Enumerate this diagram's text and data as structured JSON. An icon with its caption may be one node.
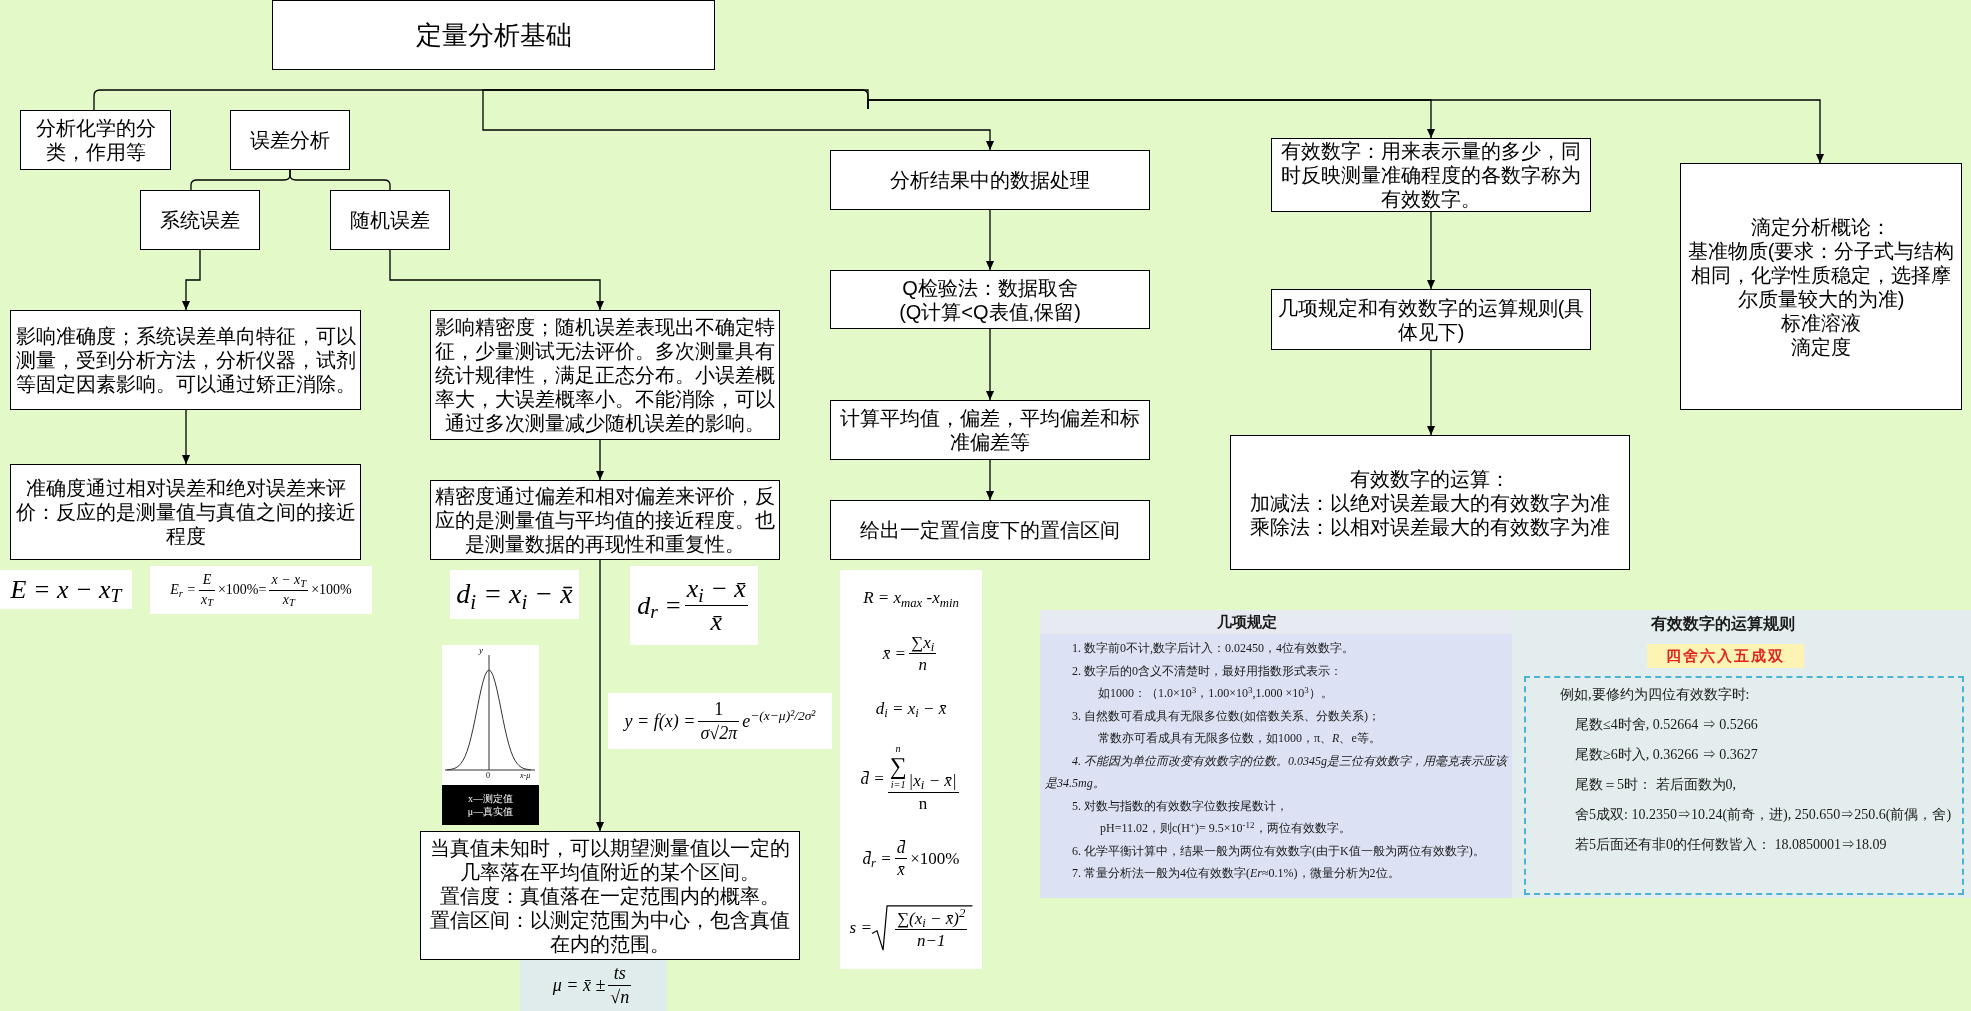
{
  "diagram": {
    "nodes": [
      {
        "text": [
          "定量分析基础"
        ]
      },
      {
        "text": [
          "分析化学的分类，作用等"
        ]
      },
      {
        "text": [
          "误差分析"
        ]
      },
      {
        "text": [
          "系统误差"
        ]
      },
      {
        "text": [
          "随机误差"
        ]
      },
      {
        "text": [
          "影响准确度；系统误差单向特征，可以测量，受到分析方法，分析仪器，试剂等固定因素影响。可以通过矫正消除。"
        ]
      },
      {
        "text": [
          "影响精密度；随机误差表现出不确定特征，少量测试无法评价。多次测量具有统计规律性，满足正态分布。小误差概率大，大误差概率小。不能消除，可以通过多次测量减少随机误差的影响。"
        ]
      },
      {
        "text": [
          "准确度通过相对误差和绝对误差来评价：反应的是测量值与真值之间的接近程度"
        ]
      },
      {
        "text": [
          "精密度通过偏差和相对偏差来评价，反应的是测量值与平均值的接近程度。也是测量数据的再现性和重复性。"
        ]
      },
      {
        "text": [
          "E = x − x$_{T}$"
        ]
      },
      {
        "text": [
          "E$_{r}$ =",
          "E",
          "x$_{T}$",
          "×100%=",
          "x − x$_{T}$",
          "x$_{T}$",
          "×100%"
        ]
      },
      {
        "text": [
          "d$_{i}$ = x$_{i}$ − x̄"
        ]
      },
      {
        "text": [
          "d$_{r}$ =",
          "x$_{i}$ − x̄",
          "x̄"
        ]
      },
      {
        "text": [
          "y = f(x) =",
          "1",
          "σ√2π",
          "e$^{−(x−μ)²/2σ²}$"
        ]
      },
      {
        "text": [
          "当真值未知时，可以期望测量值以一定的几率落在平均值附近的某个区间。",
          "置信度：真值落在一定范围内的概率。",
          "置信区间：以测定范围为中心，包含真值在内的范围。"
        ]
      },
      {
        "text": [
          "μ = x̄ ±",
          "ts",
          "√n"
        ]
      },
      {
        "text": [
          "分析结果中的数据处理"
        ]
      },
      {
        "text": [
          "Q检验法：数据取舍",
          "(Q计算<Q表值,保留)"
        ]
      },
      {
        "text": [
          "计算平均值，偏差，平均偏差和标准偏差等"
        ]
      },
      {
        "text": [
          "给出一定置信度下的置信区间"
        ]
      },
      {
        "text": [
          "R = x$_{max}$ -x$_{min}$",
          "x̄ =",
          "∑x$_{i}$",
          "n",
          "d$_{i}$ = x$_{i}$ − x̄",
          "d̄ =",
          "n",
          "∑",
          "i=1",
          "|x$_{i}$ − x̄|",
          "n",
          "d̄$_{r}$ =",
          "d̄",
          "x̄",
          "×100%",
          "s =",
          "∑(x$_{i}$ − x̄)$^{2}$",
          "n−1"
        ]
      },
      {
        "text": [
          "有效数字：用来表示量的多少，同时反映测量准确程度的各数字称为有效数字。"
        ]
      },
      {
        "text": [
          "几项规定和有效数字的运算规则(具体见下)"
        ]
      },
      {
        "text": [
          "有效数字的运算：",
          "加减法：以绝对误差最大的有效数字为准",
          "乘除法：以相对误差最大的有效数字为准"
        ]
      },
      {
        "text": [
          "滴定分析概论：",
          "基准物质(要求：分子式与结构相同，化学性质稳定，选择摩尔质量较大的为准)",
          "标准溶液",
          "滴定度"
        ]
      },
      {
        "text": [
          "几项规定",
          "1. 数字前0不计,数字后计入：0.02450，4位有效数字。",
          "2. 数字后的0含义不清楚时，最好用指数形式表示：",
          "如1000：（1.0×10$^{3}$，1.00×10$^{3}$,1.000 ×10$^{3}$）。",
          "3. 自然数可看成具有无限多位数(如倍数关系、分数关系)；",
          "常数亦可看成具有无限多位数，如1000，π、*R*、e等。",
          "4. 不能因为单位而改变有效数字的位数。0.0345g是三位有效数字，用毫克表示应该是34.5mg。",
          "5. 对数与指数的有效数字位数按尾数计，",
          "pH=11.02，则c(H$^{+}$)= 9.5×10$^{-12}$，两位有效数字。",
          "6. 化学平衡计算中，结果一般为两位有效数字(由于K值一般为两位有效数字)。",
          "7. 常量分析法一般为4位有效数字(*Er*≈0.1%)，微量分析为2位。"
        ]
      },
      {
        "text": [
          "有效数字的运算规则"
        ]
      },
      {
        "text": [
          "四舍六入五成双"
        ],
        "in": 26
      },
      {
        "text": [
          "例如,要修约为四位有效数字时:",
          "尾数≤4时舍, 0.52664 ⇒ 0.5266",
          "尾数≥6时入, 0.36266 ⇒ 0.3627",
          "尾数＝5时： 若后面数为0,",
          "舍5成双: 10.2350⇒10.24(前奇，进), 250.650⇒250.6(前偶，舍)",
          "若5后面还有非0的任何数皆入： 18.0850001⇒18.09"
        ],
        "in": 26
      }
    ],
    "edges": [
      {
        "from": null,
        "to": 1,
        "arrow": "none"
      },
      {
        "from": null,
        "to": 16,
        "arrow": "to"
      },
      {
        "from": null,
        "to": 21,
        "arrow": "to"
      },
      {
        "from": null,
        "to": 24,
        "arrow": "to"
      },
      {
        "from": 2,
        "to": 3,
        "arrow": "none"
      },
      {
        "from": 2,
        "to": 4,
        "arrow": "none"
      },
      {
        "from": 3,
        "to": 5,
        "arrow": "to"
      },
      {
        "from": 4,
        "to": 6,
        "arrow": "to"
      },
      {
        "from": 5,
        "to": 7,
        "arrow": "to"
      },
      {
        "from": 6,
        "to": 8,
        "arrow": "to"
      },
      {
        "from": 8,
        "to": 14,
        "arrow": "to"
      },
      {
        "from": 16,
        "to": 17,
        "arrow": "to"
      },
      {
        "from": 17,
        "to": 18,
        "arrow": "to"
      },
      {
        "from": 18,
        "to": 19,
        "arrow": "to"
      },
      {
        "from": 21,
        "to": 22,
        "arrow": "to"
      },
      {
        "from": 22,
        "to": 23,
        "arrow": "to"
      }
    ],
    "labels": [
      "y",
      "0",
      "x-μ",
      "x—测定值",
      "μ—真实值"
    ]
  }
}
